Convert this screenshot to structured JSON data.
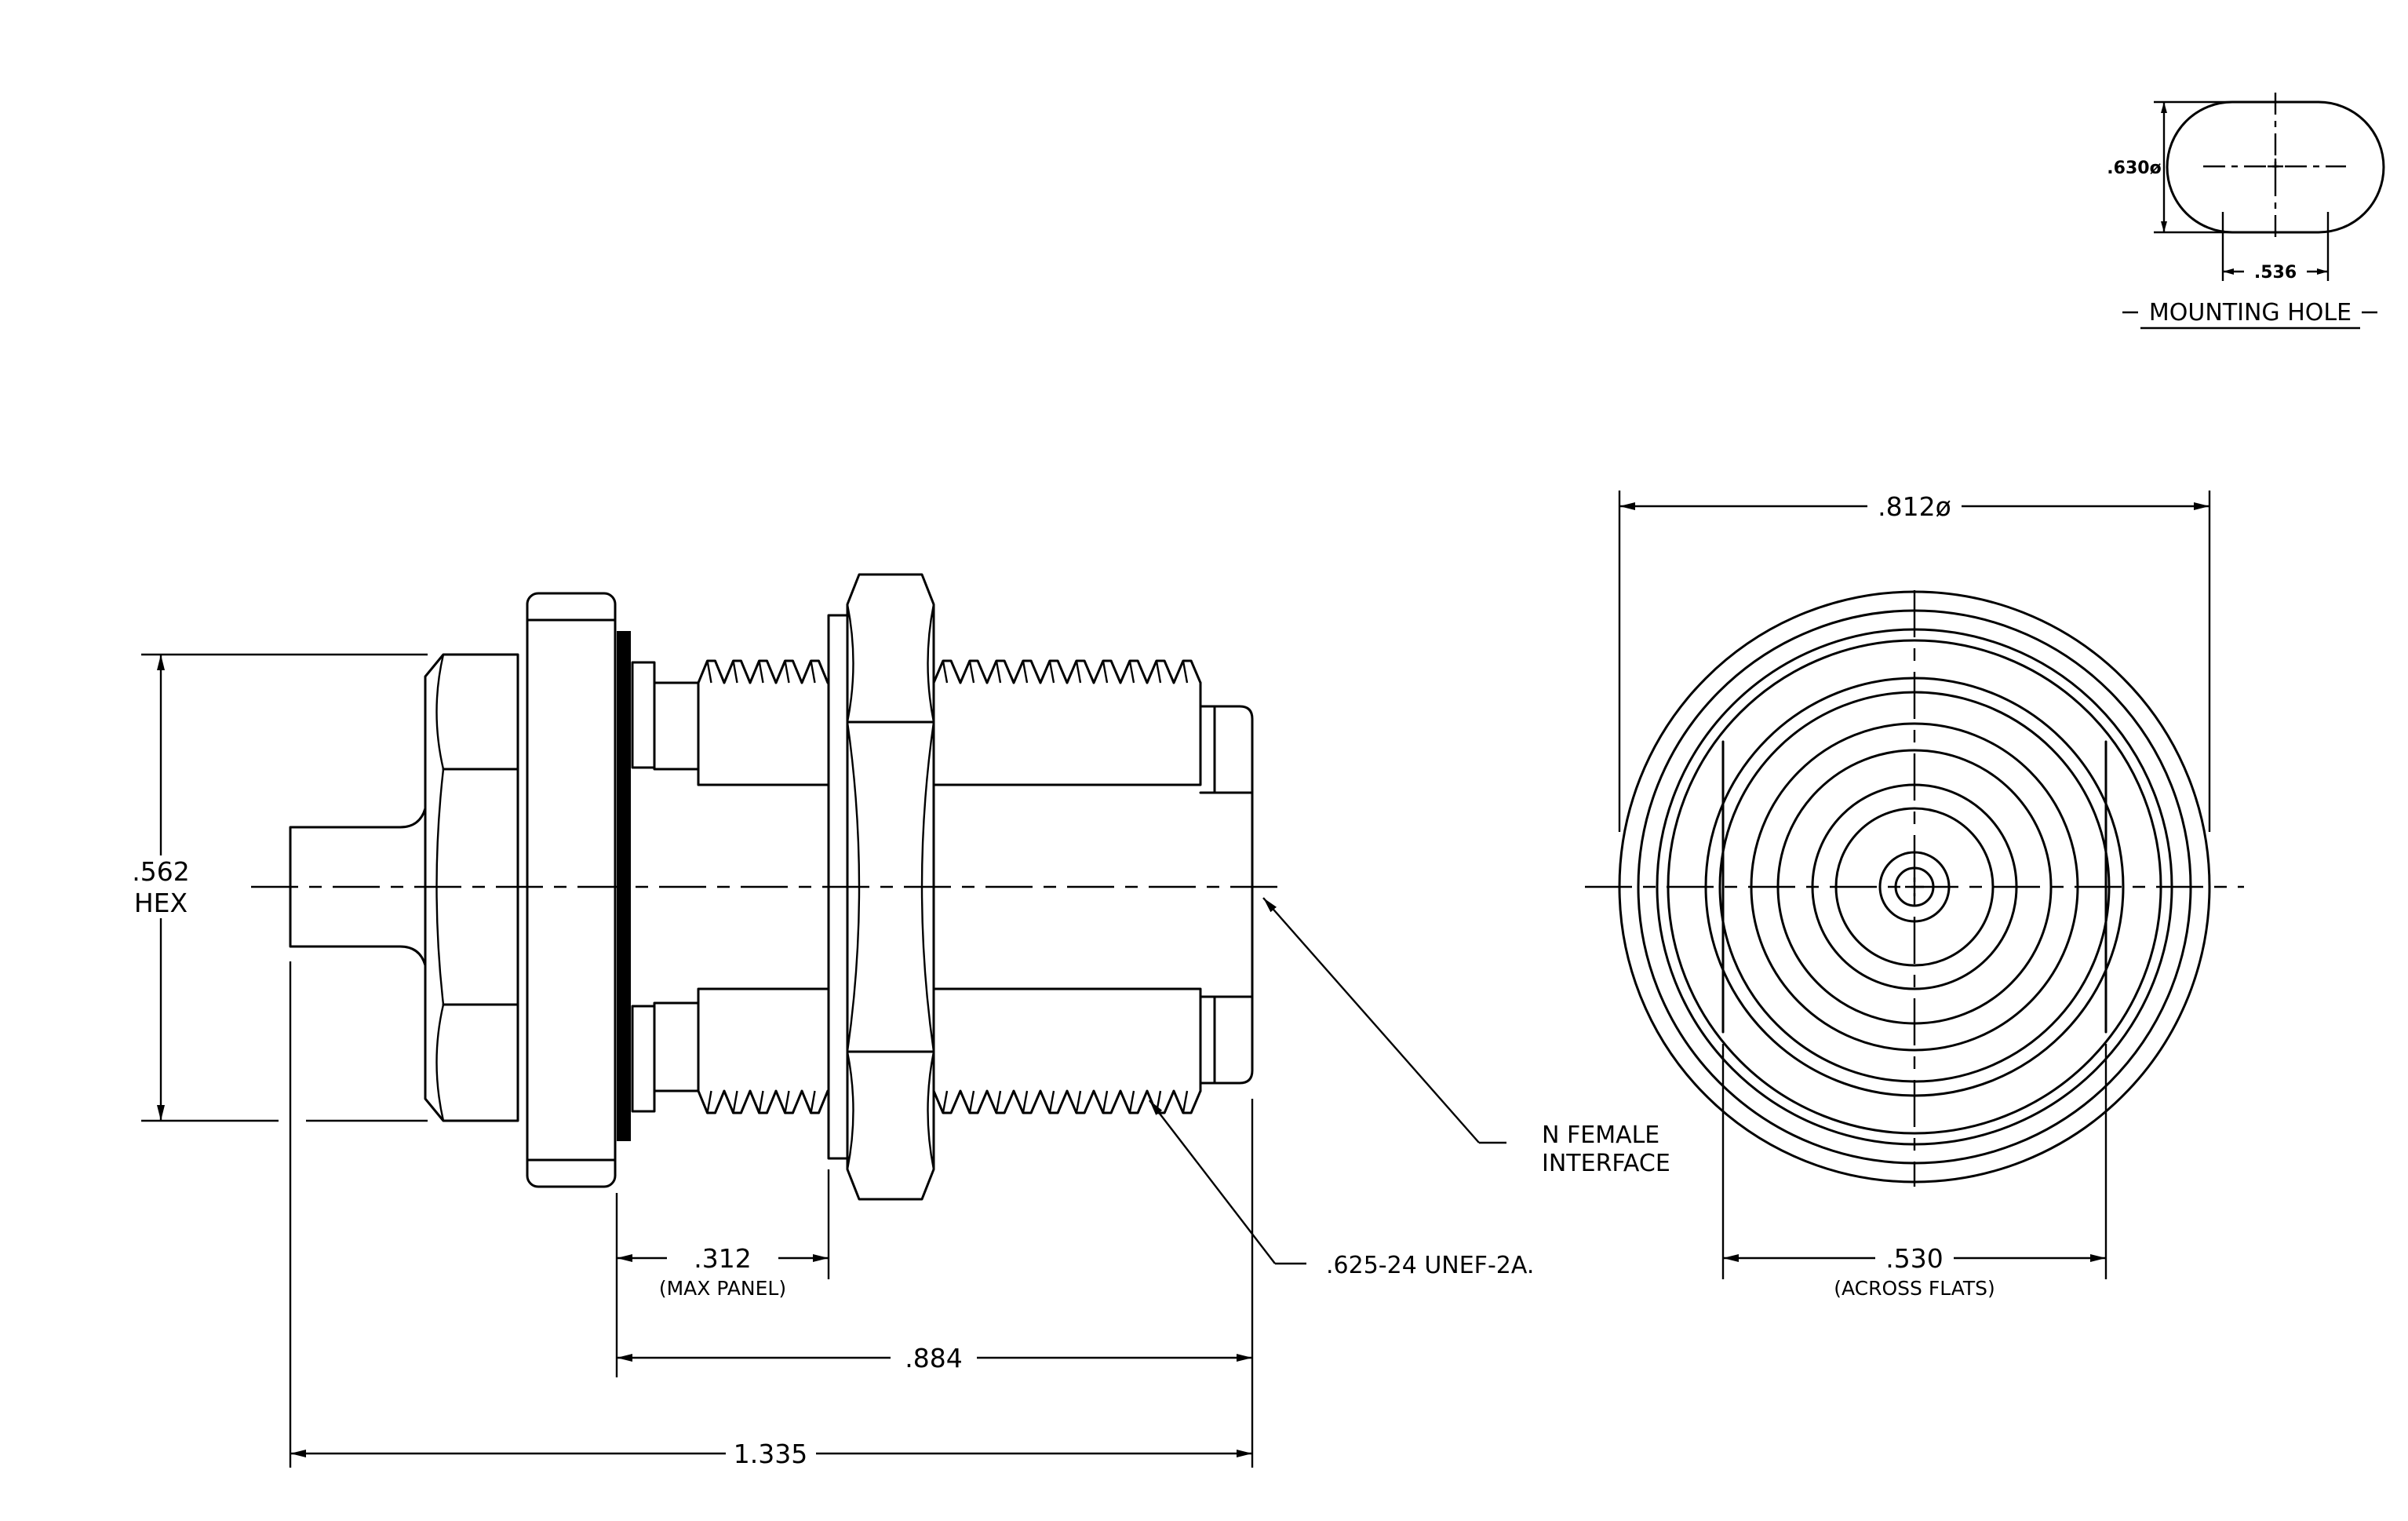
{
  "mounting_hole": {
    "diameter": ".630ø",
    "flat": ".536",
    "title": "MOUNTING HOLE"
  },
  "side_view": {
    "hex_value": ".562",
    "hex_label": "HEX",
    "panel_value": ".312",
    "panel_note": "(MAX PANEL)",
    "length_884": ".884",
    "overall_length": "1.335"
  },
  "notes": {
    "interface_line1": "N FEMALE",
    "interface_line2": "INTERFACE",
    "thread": ".625-24 UNEF-2A."
  },
  "end_view": {
    "diameter": ".812ø",
    "flats_value": ".530",
    "flats_note": "(ACROSS FLATS)"
  }
}
